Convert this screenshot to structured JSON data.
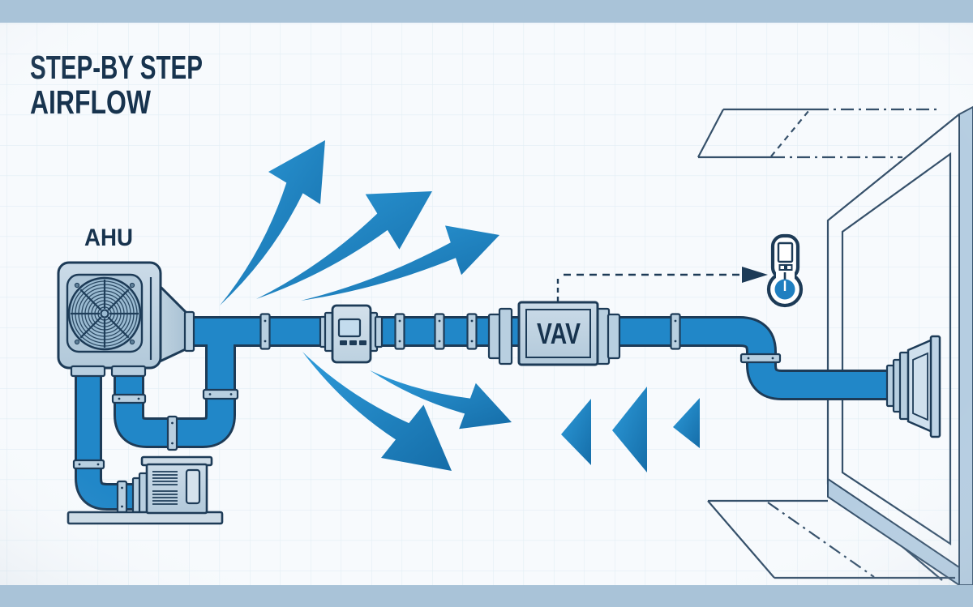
{
  "diagram": {
    "title": {
      "line1": "STEP-BY STEP",
      "line2": "AIRFLOW"
    },
    "labels": {
      "ahu": "AHU",
      "vav": "VAV"
    },
    "colors": {
      "paper": "#f7fafd",
      "grid_line": "#e2eef5",
      "frame_bar": "#a9c3d8",
      "navy_outline": "#1d3b57",
      "navy_text": "#17334e",
      "room_line": "#35506a",
      "duct_blue": "#2187c8",
      "arrow_blue_light": "#2d9bda",
      "arrow_blue_dark": "#156da8",
      "panel_fill": "#c6d6e4",
      "panel_fill_light": "#d5e2ec",
      "collar_fill": "#b8cfe0",
      "wall_shade": "#b5cde1",
      "bulb_blue": "#1f7fc0",
      "screen_fill": "#c3dcee"
    }
  }
}
